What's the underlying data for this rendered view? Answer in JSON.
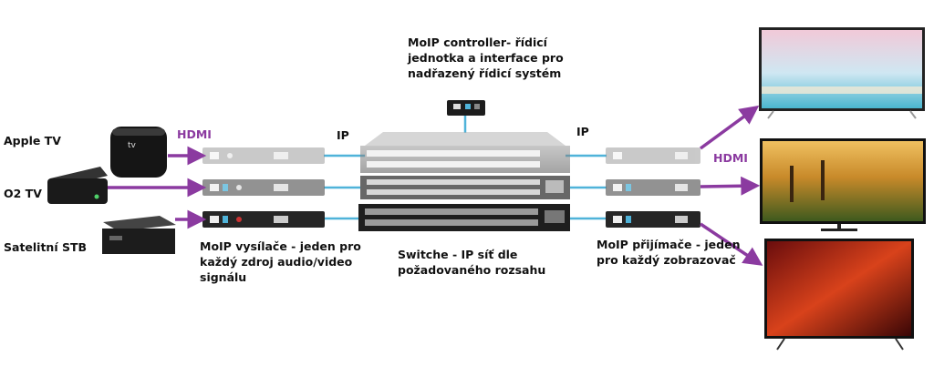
{
  "controller": {
    "lines": [
      "MoIP controller- řídicí",
      "jednotka a interface pro",
      "nadřazený řídicí systém"
    ]
  },
  "labels": {
    "ip_left": "IP",
    "ip_right": "IP",
    "hdmi_left": "HDMI",
    "hdmi_right": "HDMI"
  },
  "sources": [
    {
      "label": "Apple TV",
      "logo": "tv"
    },
    {
      "label": "O2 TV"
    },
    {
      "label": "Satelitní STB"
    }
  ],
  "transmitters": {
    "lines": [
      "MoIP vysílače - jeden pro",
      "každý zdroj audio/video",
      "signálu"
    ]
  },
  "switches": {
    "lines": [
      "Switche - IP síť dle",
      "požadovaného rozsahu"
    ]
  },
  "receivers": {
    "lines": [
      "MoIP přijímače - jeden",
      "pro každý zobrazovač"
    ]
  },
  "colors": {
    "arrow": "#8b3aa0",
    "ip_link": "#4fb3d9",
    "hdmi_text": "#8b3aa0"
  }
}
